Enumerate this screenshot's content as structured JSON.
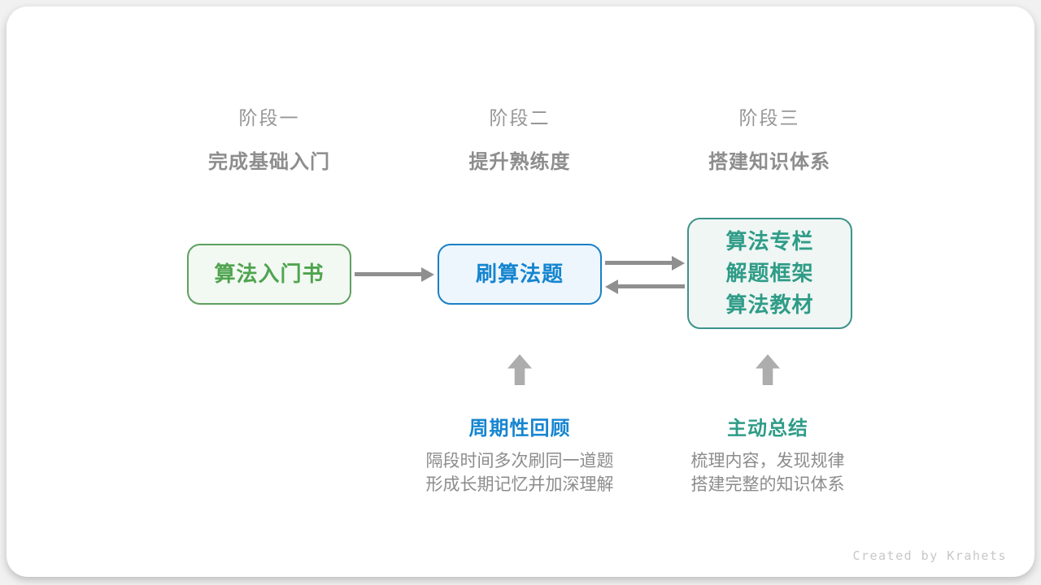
{
  "stages": [
    {
      "label": "阶段一",
      "subtitle": "完成基础入门"
    },
    {
      "label": "阶段二",
      "subtitle": "提升熟练度"
    },
    {
      "label": "阶段三",
      "subtitle": "搭建知识体系"
    }
  ],
  "boxes": [
    {
      "text": "算法入门书"
    },
    {
      "text": "刷算法题"
    },
    {
      "lines": [
        "算法专栏",
        "解题框架",
        "算法教材"
      ]
    }
  ],
  "callouts": [
    {
      "title": "周期性回顾",
      "desc_line1": "隔段时间多次刷同一道题",
      "desc_line2": "形成长期记忆并加深理解"
    },
    {
      "title": "主动总结",
      "desc_line1": "梳理内容，发现规律",
      "desc_line2": "搭建完整的知识体系"
    }
  ],
  "footer": {
    "credit": "Created by Krahets"
  },
  "colors": {
    "green_text": "#4fa44f",
    "green_border": "#5ea05e",
    "green_bg": "#f2f8f2",
    "blue_text": "#1585d0",
    "blue_border": "#1b80c4",
    "blue_bg": "#edf6fc",
    "teal_text": "#2f9c87",
    "teal_border": "#3e938a",
    "teal_bg": "#eff6f4",
    "stage_label_gray": "#969696",
    "stage_subtitle_gray": "#8d8d8d",
    "desc_gray": "#8c8c8c",
    "arrow_gray": "#8f8f8f",
    "up_arrow_gray": "#adadad",
    "credit_gray": "#c7c7c7"
  }
}
